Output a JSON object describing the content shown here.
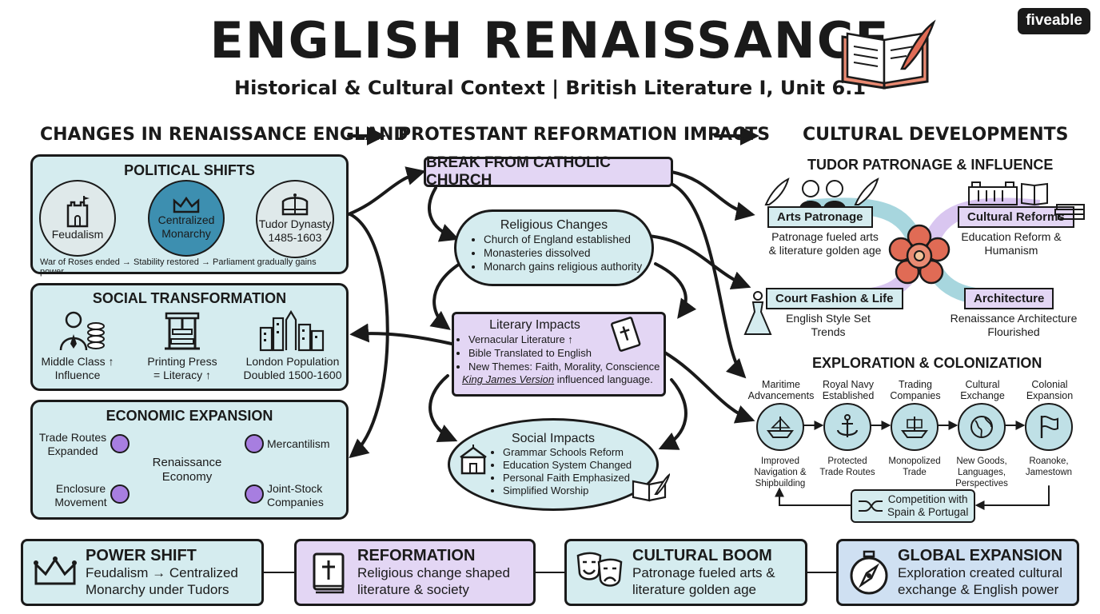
{
  "header": {
    "title": "ENGLISH RENAISSANCE",
    "subtitle": "Historical & Cultural Context | British Literature I, Unit 6.1",
    "brand": "fiveable"
  },
  "columns": {
    "left": "CHANGES IN RENAISSANCE ENGLAND",
    "middle": "PROTESTANT REFORMATION IMPACTS",
    "right": "CULTURAL DEVELOPMENTS"
  },
  "political": {
    "title": "POLITICAL SHIFTS",
    "nodes": [
      "Feudalism",
      "Centralized Monarchy",
      "Tudor Dynasty",
      "1485-1603"
    ],
    "note": "War of Roses ended → Stability restored → Parliament gradually gains power."
  },
  "social": {
    "title": "SOCIAL TRANSFORMATION",
    "items": [
      {
        "l1": "Middle Class ↑",
        "l2": "Influence"
      },
      {
        "l1": "Printing Press",
        "l2": "= Literacy ↑"
      },
      {
        "l1": "London Population",
        "l2": "Doubled 1500-1600"
      }
    ]
  },
  "economic": {
    "title": "ECONOMIC EXPANSION",
    "center": [
      "Renaissance",
      "Economy"
    ],
    "nodes": [
      "Trade Routes",
      "Expanded",
      "Mercantilism",
      "Enclosure",
      "Movement",
      "Joint-Stock",
      "Companies"
    ]
  },
  "reformation": {
    "break": "BREAK FROM CATHOLIC CHURCH",
    "religious": {
      "title": "Religious Changes",
      "items": [
        "Church of England established",
        "Monasteries dissolved",
        "Monarch gains religious authority"
      ]
    },
    "literary": {
      "title": "Literary Impacts",
      "items": [
        "Vernacular Literature ↑",
        "Bible Translated to English",
        "New Themes: Faith, Morality, Conscience"
      ],
      "note_em": "King James Version",
      "note_rest": " influenced language."
    },
    "social": {
      "title": "Social Impacts",
      "items": [
        "Grammar Schools Reform",
        "Education System Changed",
        "Personal Faith Emphasized",
        "Simplified Worship"
      ]
    }
  },
  "tudor": {
    "title": "TUDOR PATRONAGE & INFLUENCE",
    "arts": {
      "label": "Arts Patronage",
      "desc": [
        "Patronage fueled arts",
        "& literature golden age"
      ]
    },
    "reforms": {
      "label": "Cultural Reforms",
      "desc": [
        "Education Reform &",
        "Humanism"
      ]
    },
    "fashion": {
      "label": "Court Fashion & Life",
      "desc": [
        "English Style Set",
        "Trends"
      ]
    },
    "architecture": {
      "label": "Architecture",
      "desc": [
        "Renaissance Architecture",
        "Flourished"
      ]
    }
  },
  "exploration": {
    "title": "EXPLORATION & COLONIZATION",
    "steps": [
      {
        "top": [
          "Maritime",
          "Advancements"
        ],
        "bottom": [
          "Improved",
          "Navigation &",
          "Shipbuilding"
        ],
        "icon": "ship-icon"
      },
      {
        "top": [
          "Royal Navy",
          "Established"
        ],
        "bottom": [
          "Protected",
          "Trade Routes"
        ],
        "icon": "anchor-icon"
      },
      {
        "top": [
          "Trading",
          "Companies"
        ],
        "bottom": [
          "Monopolized",
          "Trade"
        ],
        "icon": "ship-icon"
      },
      {
        "top": [
          "Cultural",
          "Exchange"
        ],
        "bottom": [
          "New Goods,",
          "Languages,",
          "Perspectives"
        ],
        "icon": "globe-icon"
      },
      {
        "top": [
          "Colonial",
          "Expansion"
        ],
        "bottom": [
          "Roanoke,",
          "Jamestown"
        ],
        "icon": "flag-icon"
      }
    ],
    "competition": [
      "Competition with",
      "Spain & Portugal"
    ]
  },
  "summary": [
    {
      "title": "POWER SHIFT",
      "l1": "Feudalism → Centralized",
      "l2": "Monarchy under Tudors",
      "icon": "crown-icon"
    },
    {
      "title": "REFORMATION",
      "l1": "Religious change shaped",
      "l2": "literature & society",
      "icon": "bible-icon"
    },
    {
      "title": "CULTURAL BOOM",
      "l1": "Patronage fueled arts &",
      "l2": "literature golden age",
      "icon": "theater-masks-icon"
    },
    {
      "title": "GLOBAL EXPANSION",
      "l1": "Exploration created cultural",
      "l2": "exchange & English power",
      "icon": "compass-icon"
    }
  ],
  "colors": {
    "teal": "#d5ecef",
    "purple": "#e3d6f4",
    "dot": "#a77ee0",
    "rose": "#e06b55",
    "ink": "#1a1a1a"
  }
}
